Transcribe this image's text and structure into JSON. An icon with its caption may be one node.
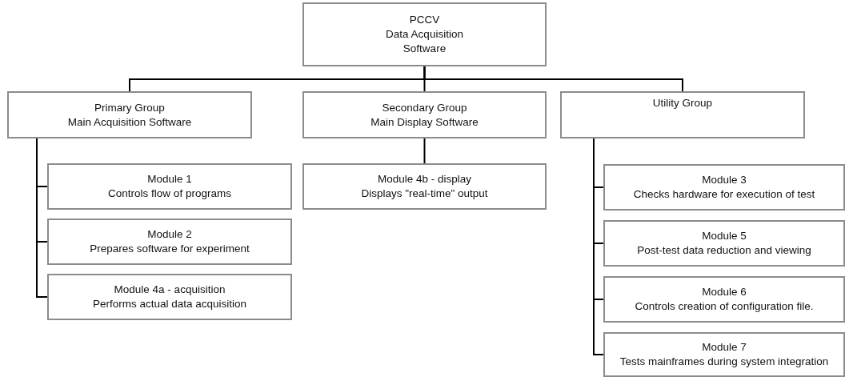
{
  "diagram": {
    "nodes": [
      {
        "text": [
          "PCCV",
          "Data Acquisition Software"
        ]
      },
      {
        "text": [
          "Primary Group",
          "Main Acquisition Software"
        ]
      },
      {
        "text": [
          "Secondary Group",
          "Main Display Software"
        ]
      },
      {
        "text": [
          "Utility Group"
        ]
      },
      {
        "text": [
          "Module 1",
          "Controls flow of programs"
        ]
      },
      {
        "text": [
          "Module 2",
          "Prepares software for experiment"
        ]
      },
      {
        "text": [
          "Module 4a - acquisition",
          "Performs actual data acquisition"
        ]
      },
      {
        "text": [
          "Module 4b - display",
          "Displays \"real-time\" output"
        ]
      },
      {
        "text": [
          "Module 3",
          "Checks hardware for execution of test"
        ]
      },
      {
        "text": [
          "Module 5",
          "Post-test data reduction and viewing"
        ]
      },
      {
        "text": [
          "Module 6",
          "Controls creation of configuration file."
        ]
      },
      {
        "text": [
          "Module 7",
          "Tests mainframes during system integration"
        ]
      }
    ],
    "edges": [
      {
        "from": 0,
        "to": 1,
        "arrow": "none"
      },
      {
        "from": 0,
        "to": 2,
        "arrow": "none"
      },
      {
        "from": 0,
        "to": 3,
        "arrow": "none"
      },
      {
        "from": 1,
        "to": 4,
        "arrow": "none"
      },
      {
        "from": 1,
        "to": 5,
        "arrow": "none"
      },
      {
        "from": 1,
        "to": 6,
        "arrow": "none"
      },
      {
        "from": 2,
        "to": 7,
        "arrow": "none"
      },
      {
        "from": 3,
        "to": 8,
        "arrow": "none"
      },
      {
        "from": 3,
        "to": 9,
        "arrow": "none"
      },
      {
        "from": 3,
        "to": 10,
        "arrow": "none"
      },
      {
        "from": 3,
        "to": 11,
        "arrow": "none"
      }
    ]
  }
}
